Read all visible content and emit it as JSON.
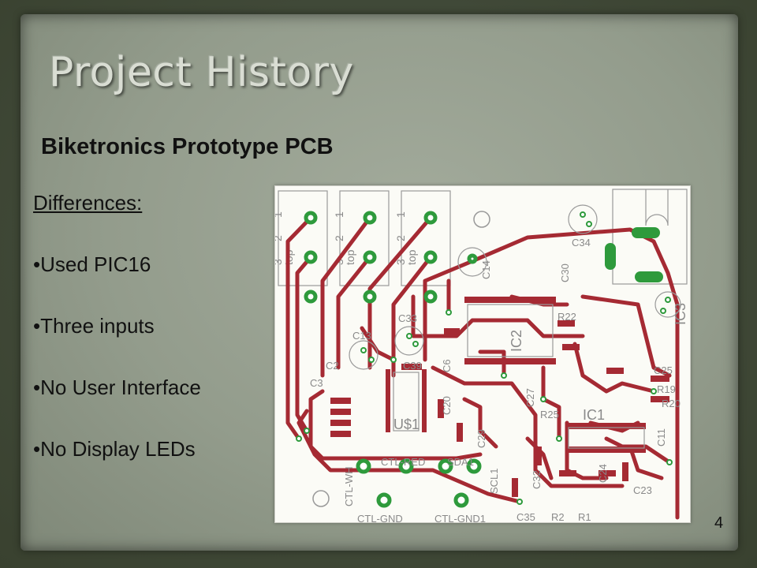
{
  "slide": {
    "title": "Project History",
    "subtitle": "Biketronics Prototype PCB",
    "bullets": {
      "heading": "Differences:",
      "items": [
        "•Used PIC16",
        "•Three inputs",
        "•No User Interface",
        "•No Display LEDs"
      ]
    },
    "page_number": "4"
  },
  "pcb": {
    "labels": {
      "c13": "C13",
      "c33": "C33",
      "c34": "C34",
      "c30": "C30",
      "c14": "C14",
      "c2": "C2",
      "c3": "C3",
      "c39": "C39",
      "c6": "C6",
      "c20": "C20",
      "c29": "C29",
      "c27": "C27",
      "c25": "C25",
      "r19": "R19",
      "r20": "R20",
      "r25": "R25",
      "r22": "R22",
      "c32": "C32",
      "c35": "C35",
      "r2": "R2",
      "r1": "R1",
      "c24": "C24",
      "c23": "C23",
      "c11": "C11",
      "ic1": "IC1",
      "ic2": "IC2",
      "ic3": "IC3",
      "us1": "U$1",
      "ctl_wh": "CTL-WH",
      "ctl_red": "CTL-RED",
      "sda1": "SDA1",
      "scl1": "SCL1",
      "ctl_gnd": "CTL-GND",
      "ctl_gnd1": "CTL-GND1",
      "top": "top",
      "pin1": "1",
      "pin2": "2",
      "pin3": "3"
    },
    "colors": {
      "trace": "#a52a33",
      "pad": "#2e9a3c",
      "silk": "#8a8a8a",
      "board": "#fbfbf6"
    }
  }
}
